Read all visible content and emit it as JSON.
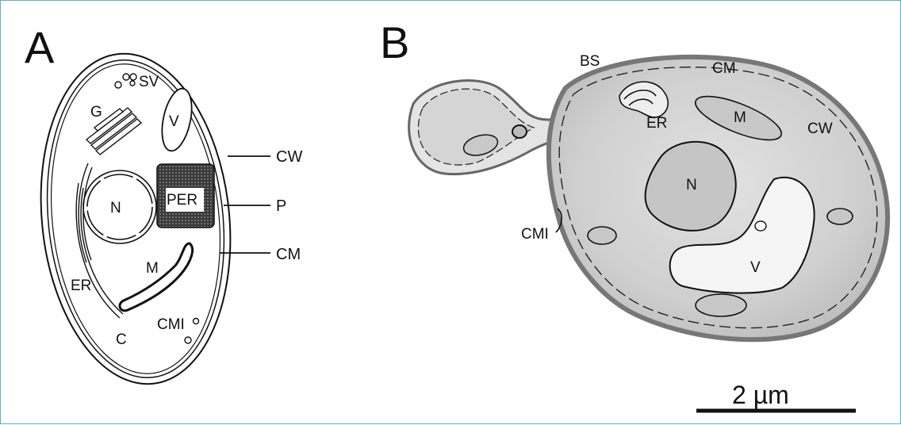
{
  "panels": {
    "a": {
      "letter": "A",
      "labels": {
        "sv": "SV",
        "g": "G",
        "v": "V",
        "n": "N",
        "per": "PER",
        "m": "M",
        "er": "ER",
        "c": "C",
        "cmi": "CMI",
        "cw": "CW",
        "p": "P",
        "cm": "CM"
      }
    },
    "b": {
      "letter": "B",
      "labels": {
        "bs": "BS",
        "cm": "CM",
        "er": "ER",
        "m": "M",
        "cw": "CW",
        "n": "N",
        "cmi": "CMI",
        "v": "V"
      }
    }
  },
  "scale_bar": {
    "label": "2 µm"
  },
  "colors": {
    "border": "#5bb1c6",
    "ink": "#111111",
    "cell_fill": "#d9d9d9"
  }
}
